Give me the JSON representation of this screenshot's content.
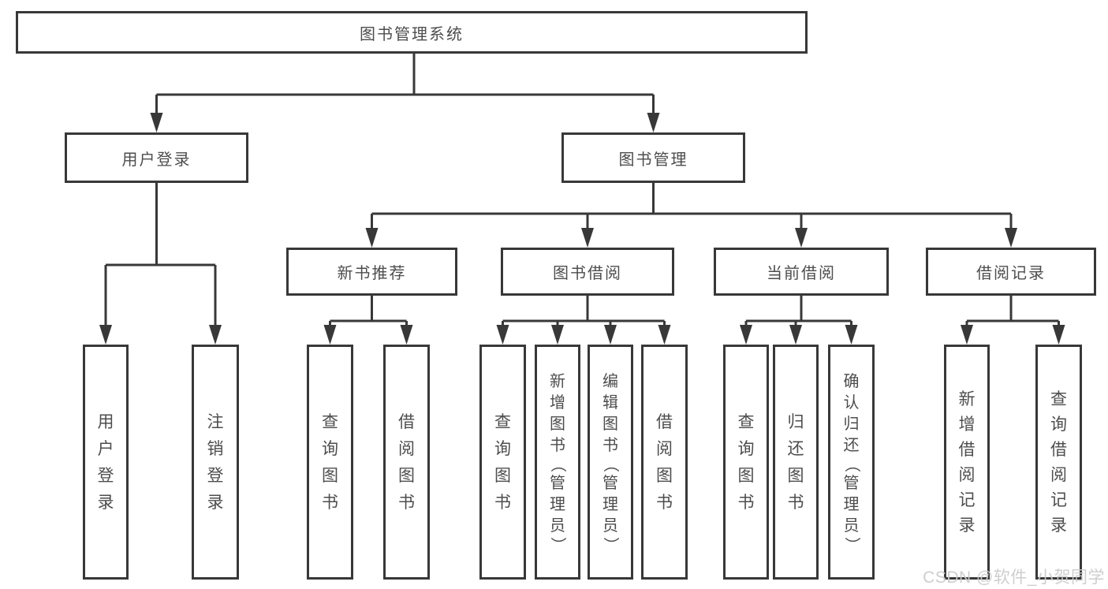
{
  "colors": {
    "line": "#383838",
    "text": "#4d4d4d",
    "background": "#ffffff",
    "watermark": "#cbcbcb"
  },
  "watermark": "CSDN @软件_小贺同学",
  "tree": {
    "root": "图书管理系统",
    "branches": [
      {
        "label": "用户登录",
        "leaves": [
          "用户登录",
          "注销登录"
        ]
      },
      {
        "label": "图书管理",
        "groups": [
          {
            "label": "新书推荐",
            "leaves": [
              "查询图书",
              "借阅图书"
            ]
          },
          {
            "label": "图书借阅",
            "leaves": [
              "查询图书",
              "新增图书（管理员）",
              "编辑图书（管理员）",
              "借阅图书"
            ]
          },
          {
            "label": "当前借阅",
            "leaves": [
              "查询图书",
              "归还图书",
              "确认归还（管理员）"
            ]
          },
          {
            "label": "借阅记录",
            "leaves": [
              "新增借阅记录",
              "查询借阅记录"
            ]
          }
        ]
      }
    ]
  }
}
